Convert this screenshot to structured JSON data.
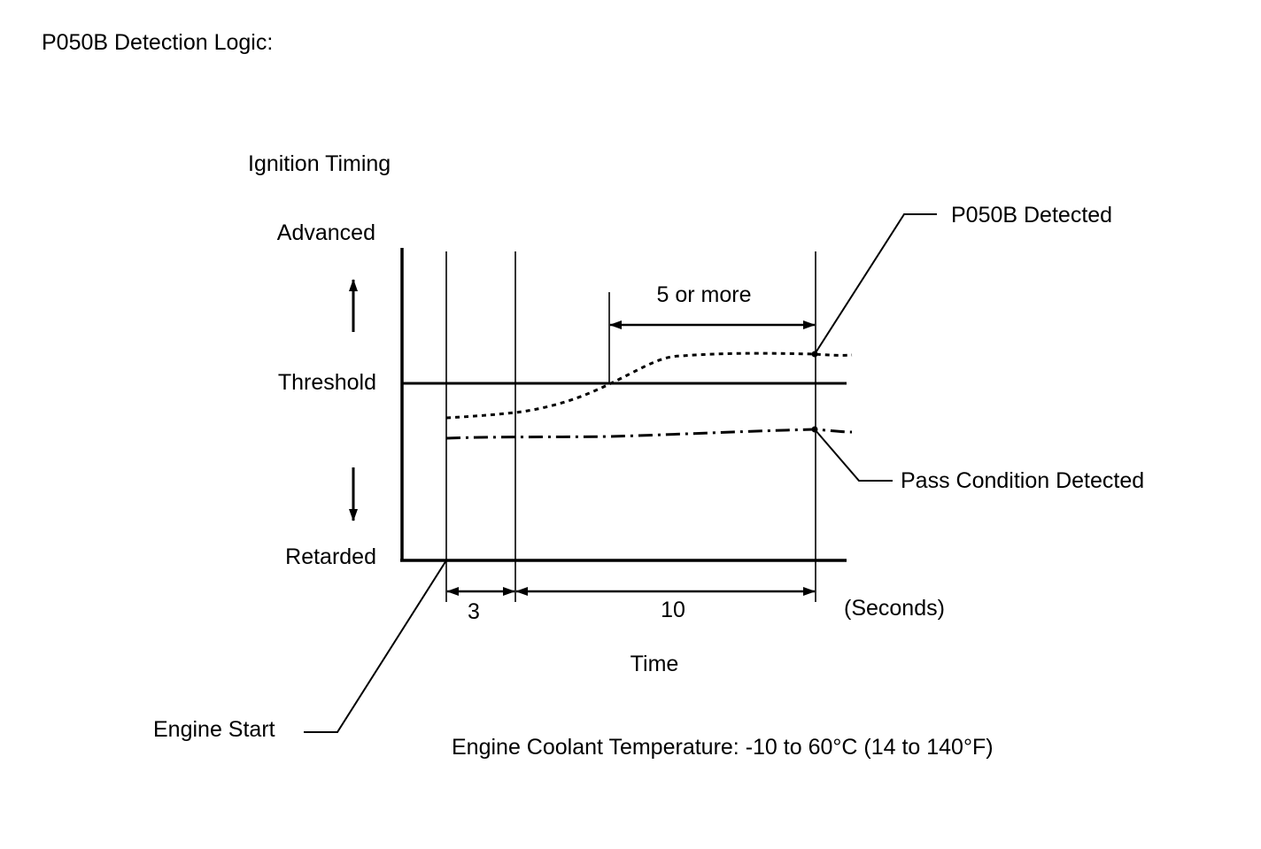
{
  "title": "P050B Detection Logic:",
  "y_axis": {
    "label": "Ignition Timing",
    "top_label": "Advanced",
    "threshold_label": "Threshold",
    "bottom_label": "Retarded"
  },
  "x_axis": {
    "label": "Time",
    "unit": "(Seconds)"
  },
  "intervals": {
    "startup": "3",
    "monitoring": "10",
    "duration_above_threshold": "5 or more"
  },
  "callouts": {
    "detected": "P050B Detected",
    "pass": "Pass Condition Detected",
    "engine_start": "Engine Start"
  },
  "condition": "Engine Coolant Temperature: -10 to 60°C (14 to 140°F)",
  "colors": {
    "line": "#000000",
    "background": "#ffffff"
  }
}
